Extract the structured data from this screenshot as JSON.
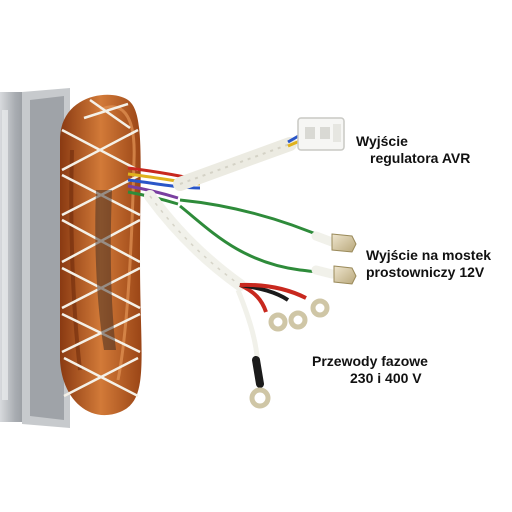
{
  "labels": {
    "avr_line1": "Wyjście",
    "avr_line2": "regulatora AVR",
    "bridge_line1": "Wyjście na mostek",
    "bridge_line2": "prostowniczy 12V",
    "phase_line1": "Przewody fazowe",
    "phase_line2": "230 i 400 V"
  },
  "colors": {
    "background": "#ffffff",
    "copper": "#c0652a",
    "steel": "#b9bcc0",
    "sleeve": "#f1f1ea",
    "green_wire": "#2e8b3a",
    "red_wire": "#c8281e",
    "black_wire": "#1b1b1b",
    "terminal_brass": "#d7c8a0"
  }
}
